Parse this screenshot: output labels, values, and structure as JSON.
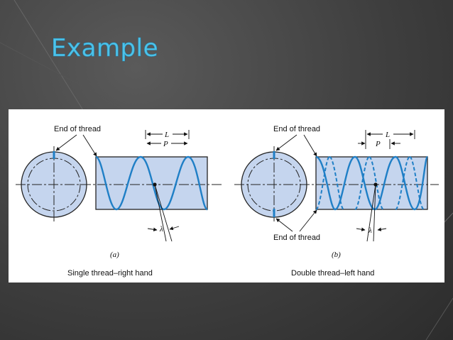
{
  "slide": {
    "title": "Example"
  },
  "figure": {
    "left": {
      "end_label": "End of thread",
      "L": "L",
      "P": "P",
      "lambda": "λ",
      "caption_letter": "(a)",
      "caption": "Single thread–right hand"
    },
    "right": {
      "end_label_top": "End of thread",
      "end_label_bottom": "End of thread",
      "L": "L",
      "P": "P",
      "lambda": "λ",
      "caption_letter": "(b)",
      "caption": "Double thread–left hand"
    }
  },
  "colors": {
    "accent": "#4fc3e8",
    "shaft_fill": "#c5d5ee",
    "thread": "#1f7fc6"
  }
}
